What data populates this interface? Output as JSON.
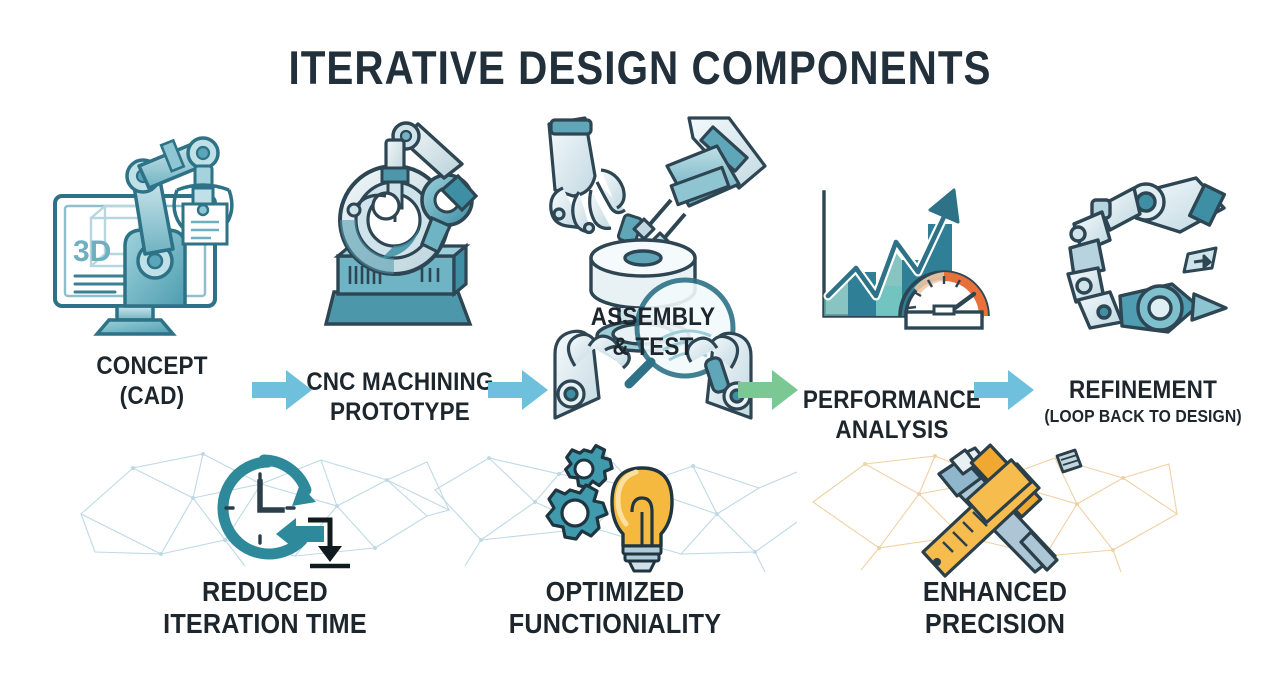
{
  "title": "ITERATIVE DESIGN COMPONENTS",
  "colors": {
    "title_text": "#22303b",
    "label_text": "#1d262d",
    "arrow_blue": "#6fc0dd",
    "arrow_green": "#7cc894",
    "teal_dark": "#2c7f92",
    "teal_mid": "#4fa3b5",
    "teal_light": "#9fcfd9",
    "steel_light": "#dfe9ee",
    "steel_mid": "#b9cfd9",
    "outline": "#2e4653",
    "bulb_yellow": "#f6b93f",
    "caliper_orange": "#f0a830",
    "gauge_orange": "#e8703a",
    "net_blue": "#bcd7e6",
    "net_orange": "#f0cfa0"
  },
  "process": {
    "steps": [
      {
        "id": "concept-cad",
        "icon": "cad-monitor-robot-arm-icon",
        "screen_text": "3D",
        "label_line1": "CONCEPT",
        "label_line2": "(CAD)",
        "sub": ""
      },
      {
        "id": "cnc-machining-prototype",
        "icon": "cnc-machine-icon",
        "label_line1": "CNC MACHINING",
        "label_line2": "PROTOTYPE",
        "sub": ""
      },
      {
        "id": "assembly-test",
        "icon": "robot-hands-assembly-magnifier-icon",
        "label_line1": "ASSEMBLY",
        "label_line2": "& TEST",
        "sub": ""
      },
      {
        "id": "performance-analysis",
        "icon": "growth-chart-gauge-icon",
        "label_line1": "PERFORMANCE",
        "label_line2": "ANALYSIS",
        "sub": ""
      },
      {
        "id": "refinement",
        "icon": "robot-arm-loop-icon",
        "label_line1": "REFINEMENT",
        "label_line2": "",
        "sub": "(LOOP BACK TO DESIGN)"
      }
    ],
    "arrows": [
      {
        "id": "arrow-concept-to-cnc",
        "icon": "arrow-right-icon",
        "color": "#6fc0dd"
      },
      {
        "id": "arrow-cnc-to-assembly",
        "icon": "arrow-right-icon",
        "color": "#6fc0dd"
      },
      {
        "id": "arrow-assembly-to-performance",
        "icon": "arrow-right-icon",
        "color": "#7cc894"
      },
      {
        "id": "arrow-performance-to-refinement",
        "icon": "arrow-right-icon",
        "color": "#6fc0dd"
      }
    ]
  },
  "benefits": [
    {
      "id": "reduced-iteration-time",
      "icon": "clock-cycle-arrow-icon",
      "network_color": "#bcd7e6",
      "label_line1": "REDUCED",
      "label_line2": "ITERATION TIME"
    },
    {
      "id": "optimized-functioniality",
      "icon": "gears-lightbulb-icon",
      "network_color": "#bcd7e6",
      "label_line1": "OPTIMIZED",
      "label_line2": "FUNCTIONIALITY"
    },
    {
      "id": "enhanced-precision",
      "icon": "caliper-ruler-icon",
      "network_color": "#f0cfa0",
      "label_line1": "ENHANCED",
      "label_line2": "PRECISION"
    }
  ]
}
